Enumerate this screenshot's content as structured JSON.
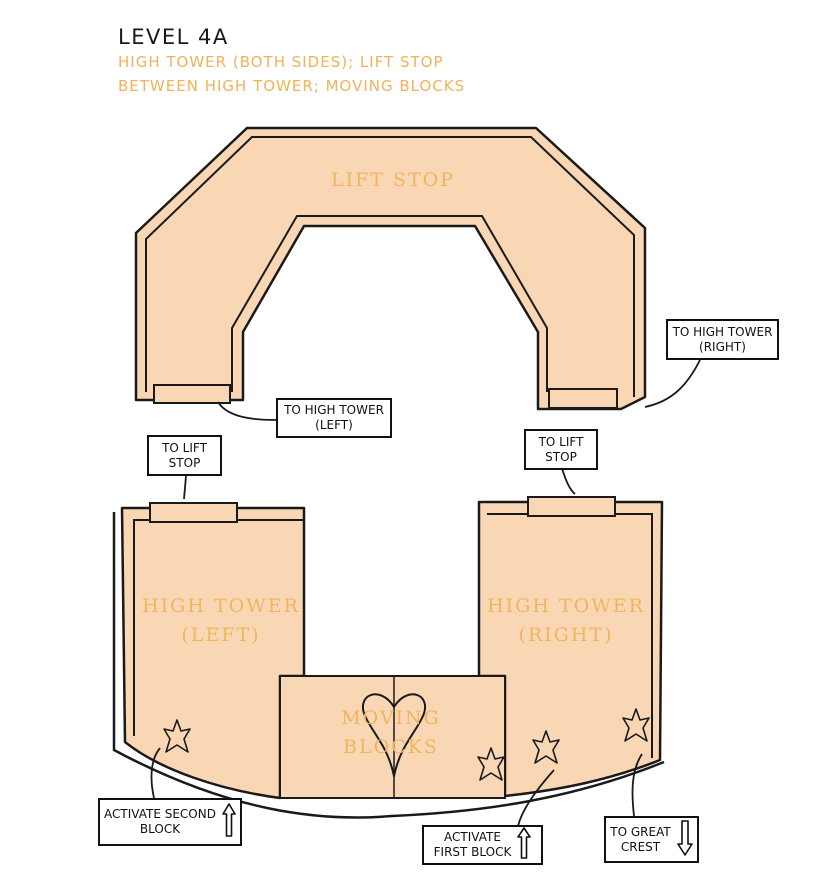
{
  "header": {
    "title": "LEVEL 4A",
    "subtitle_line1": "HIGH TOWER (BOTH SIDES); LIFT STOP",
    "subtitle_line2": "BETWEEN HIGH TOWER; MOVING BLOCKS"
  },
  "regions": {
    "lift_stop": "LIFT STOP",
    "high_tower_left_line1": "HIGH TOWER",
    "high_tower_left_line2": "(LEFT)",
    "high_tower_right_line1": "HIGH TOWER",
    "high_tower_right_line2": "(RIGHT)",
    "moving_blocks_line1": "MOVING",
    "moving_blocks_line2": "BLOCKS"
  },
  "callouts": {
    "to_high_tower_right_line1": "TO HIGH TOWER",
    "to_high_tower_right_line2": "(RIGHT)",
    "to_high_tower_left_line1": "TO HIGH TOWER",
    "to_high_tower_left_line2": "(LEFT)",
    "to_lift_stop_left_line1": "TO LIFT",
    "to_lift_stop_left_line2": "STOP",
    "to_lift_stop_right_line1": "TO LIFT",
    "to_lift_stop_right_line2": "STOP",
    "activate_second_block_line1": "ACTIVATE SECOND",
    "activate_second_block_line2": "BLOCK",
    "activate_first_block_line1": "ACTIVATE",
    "activate_first_block_line2": "FIRST BLOCK",
    "to_great_crest_line1": "TO GREAT",
    "to_great_crest_line2": "CREST"
  },
  "colors": {
    "floor": "#f9d7b5",
    "wall": "#1a1a1a",
    "label": "#f2b45c",
    "subtitle": "#f0b25a"
  },
  "icons": {
    "star": "star-icon",
    "heart": "heart-icon",
    "arrow_up": "arrow-up-icon",
    "arrow_down": "arrow-down-icon"
  }
}
